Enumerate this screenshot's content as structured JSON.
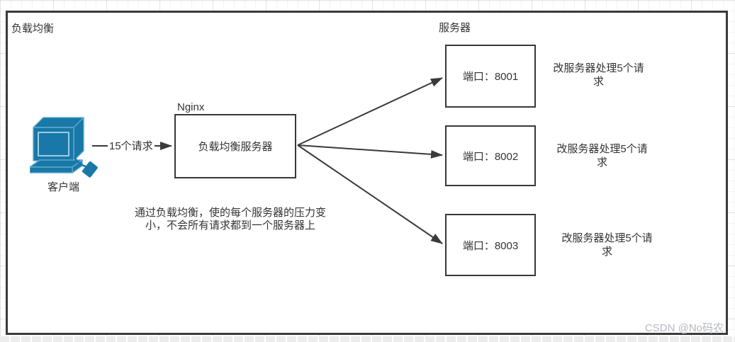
{
  "frame": {
    "title": "负载均衡"
  },
  "client": {
    "label": "客户端"
  },
  "request_flow": {
    "label": "15个请求"
  },
  "load_balancer": {
    "caption": "Nginx",
    "label": "负载均衡服务器"
  },
  "server_group": {
    "title": "服务器"
  },
  "servers": [
    {
      "port": "端口：8001",
      "note_line1": "改服务器处理5个请",
      "note_line2": "求"
    },
    {
      "port": "端口：8002",
      "note_line1": "改服务器处理5个请",
      "note_line2": "求"
    },
    {
      "port": "端口：8003",
      "note_line1": "改服务器处理5个请",
      "note_line2": "求"
    }
  ],
  "description": {
    "line1": "通过负载均衡，使的每个服务器的压力变",
    "line2": "小，不会所有请求都到一个服务器上"
  },
  "watermark": {
    "text": "CSDN @No码农"
  },
  "colors": {
    "stroke": "#3a3a3a",
    "client_blue": "#1878a8",
    "text": "#333333",
    "watermark": "#b4b8be"
  }
}
